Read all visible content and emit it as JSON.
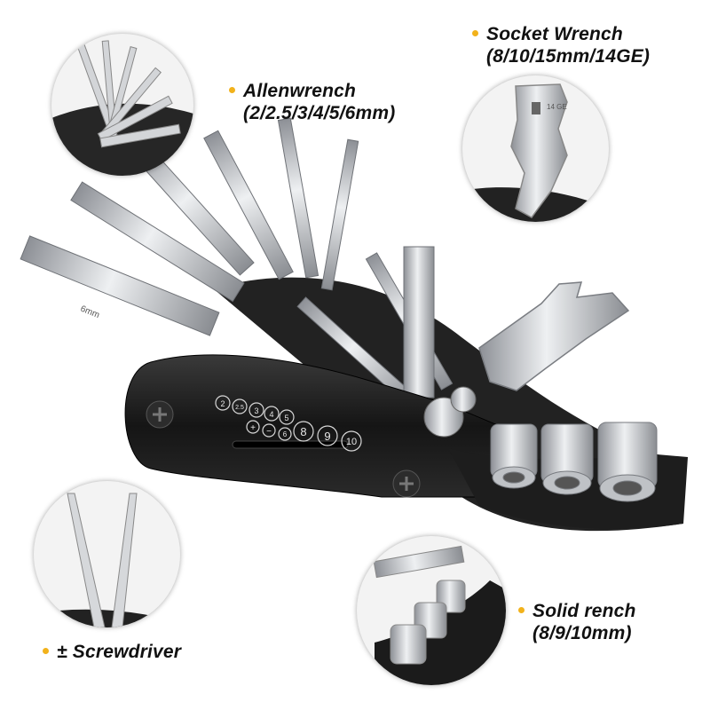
{
  "colors": {
    "bullet": "#f2b21b",
    "body": "#1c1c1c",
    "steel": "#c9cbcf"
  },
  "captions": {
    "allen": {
      "line1": "Allenwrench",
      "line2": "(2/2.5/3/4/5/6mm)"
    },
    "socket": {
      "line1": "Socket Wrench",
      "line2": "(8/10/15mm/14GE)"
    },
    "screwdriver": {
      "symbol": "±",
      "text": "Screwdriver"
    },
    "solid": {
      "line1": "Solid rench",
      "line2": "(8/9/10mm)"
    }
  },
  "tool_markings": {
    "sizes": [
      "2",
      "2.5",
      "3",
      "4",
      "5",
      "8",
      "9",
      "10"
    ],
    "signs": [
      "+",
      "−",
      "6"
    ],
    "hex_label": "6mm",
    "wrench_label": "14 GE"
  },
  "icons": [
    "multitool-image",
    "allen-key-closeup",
    "socket-wrench-closeup",
    "screwdriver-closeup",
    "socket-rench-closeup"
  ]
}
